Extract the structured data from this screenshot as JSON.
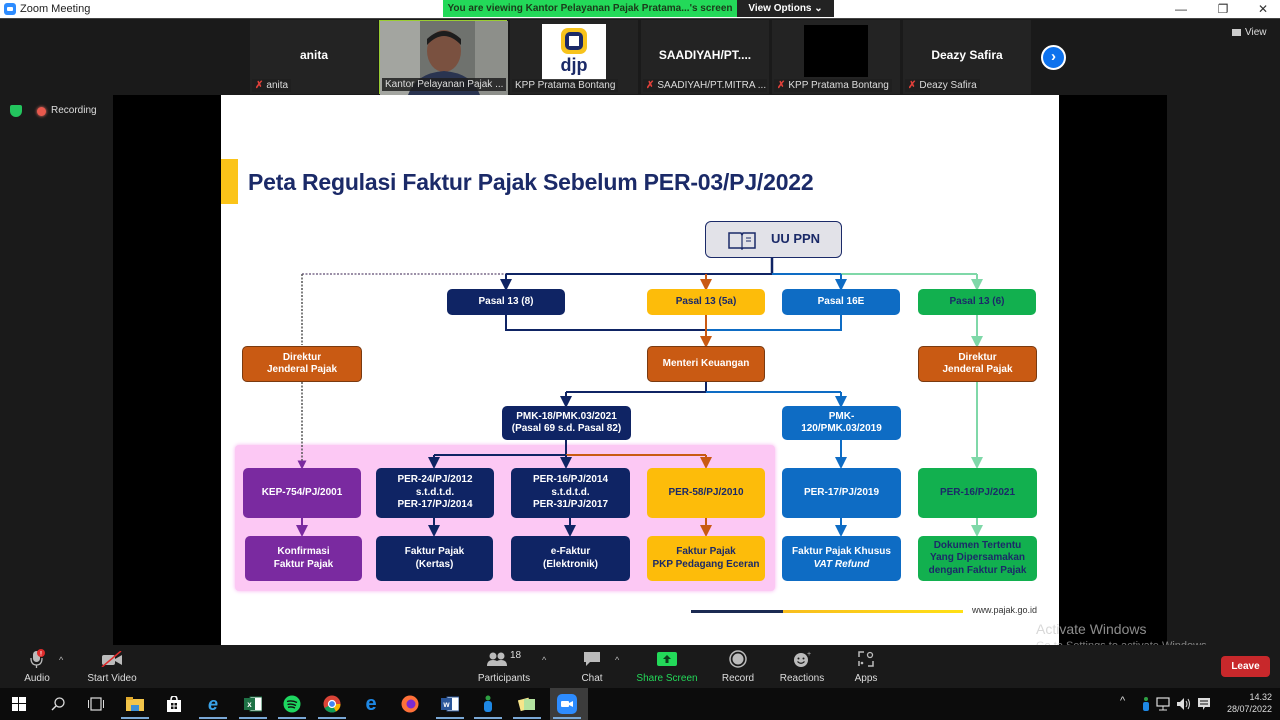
{
  "window": {
    "title": "Zoom Meeting",
    "controls": {
      "minimize": "—",
      "restore": "❐",
      "close": "✕"
    }
  },
  "share_banner": {
    "text": "You are viewing Kantor Pelayanan Pajak Pratama...'s screen",
    "view_options": "View Options ⌄"
  },
  "view_button": "View",
  "participants_strip": [
    {
      "display": "anita",
      "label": "anita",
      "muted": true,
      "type": "name"
    },
    {
      "display": "",
      "label": "Kantor Pelayanan Pajak ...",
      "muted": false,
      "type": "video"
    },
    {
      "display": "djp",
      "label": "KPP Pratama Bontang",
      "muted": false,
      "type": "logo"
    },
    {
      "display": "SAADIYAH/PT....",
      "label": "SAADIYAH/PT.MITRA ...",
      "muted": true,
      "type": "name"
    },
    {
      "display": "",
      "label": "KPP Pratama Bontang",
      "muted": true,
      "type": "black"
    },
    {
      "display": "Deazy Safira",
      "label": "Deazy Safira",
      "muted": true,
      "type": "name"
    }
  ],
  "status": {
    "recording": "Recording",
    "security": "encrypted"
  },
  "slide": {
    "title": "Peta Regulasi Faktur Pajak Sebelum PER-03/PJ/2022",
    "root": "UU PPN",
    "level1": [
      "Pasal 13 (8)",
      "Pasal 13 (5a)",
      "Pasal 16E",
      "Pasal 13 (6)"
    ],
    "authorities": {
      "dirjen_left": "Direktur Jenderal Pajak",
      "menkeu": "Menteri Keuangan",
      "dirjen_right": "Direktur Jenderal Pajak"
    },
    "pmk": {
      "pmk18_line1": "PMK-18/PMK.03/2021",
      "pmk18_line2": "(Pasal 69 s.d. Pasal 82)",
      "pmk120_line1": "PMK-",
      "pmk120_line2": "120/PMK.03/2019"
    },
    "regulations": [
      {
        "lines": [
          "KEP-754/PJ/2001"
        ]
      },
      {
        "lines": [
          "PER-24/PJ/2012",
          "s.t.d.t.d.",
          "PER-17/PJ/2014"
        ]
      },
      {
        "lines": [
          "PER-16/PJ/2014",
          "s.t.d.t.d.",
          "PER-31/PJ/2017"
        ]
      },
      {
        "lines": [
          "PER-58/PJ/2010"
        ]
      },
      {
        "lines": [
          "PER-17/PJ/2019"
        ]
      },
      {
        "lines": [
          "PER-16/PJ/2021"
        ]
      }
    ],
    "outputs": [
      {
        "lines": [
          "Konfirmasi",
          "Faktur Pajak"
        ]
      },
      {
        "lines": [
          "Faktur Pajak",
          "(Kertas)"
        ]
      },
      {
        "lines": [
          "e-Faktur",
          "(Elektronik)"
        ]
      },
      {
        "lines": [
          "Faktur Pajak",
          "PKP Pedagang Eceran"
        ]
      },
      {
        "lines": [
          "Faktur Pajak Khusus",
          "VAT Refund"
        ]
      },
      {
        "lines": [
          "Dokumen Tertentu",
          "Yang Dipersamakan",
          "dengan Faktur Pajak"
        ]
      }
    ],
    "footer_url": "www.pajak.go.id",
    "colors": {
      "navy": "#0f2464",
      "orange": "#c95a13",
      "yellow": "#fdbc0a",
      "blue": "#0e6cc4",
      "green": "#12b04f",
      "purple": "#7a2aa0",
      "mint_line": "#7fd8a8",
      "pink_zone": "#fcc8f4"
    }
  },
  "activate_windows": {
    "title": "Activate Windows",
    "subtitle": "Go to Settings to activate Windows."
  },
  "toolbar": {
    "audio": "Audio",
    "start_video": "Start Video",
    "participants": "Participants",
    "participants_count": "18",
    "chat": "Chat",
    "share_screen": "Share Screen",
    "record": "Record",
    "reactions": "Reactions",
    "apps": "Apps",
    "leave": "Leave"
  },
  "taskbar": {
    "apps": [
      "start",
      "search",
      "task-view",
      "file-explorer",
      "store",
      "internet-explorer",
      "excel",
      "spotify",
      "chrome",
      "edge",
      "firefox",
      "word",
      "app-people",
      "sticky-notes",
      "zoom"
    ],
    "time": "14.32",
    "date": "28/07/2022"
  }
}
